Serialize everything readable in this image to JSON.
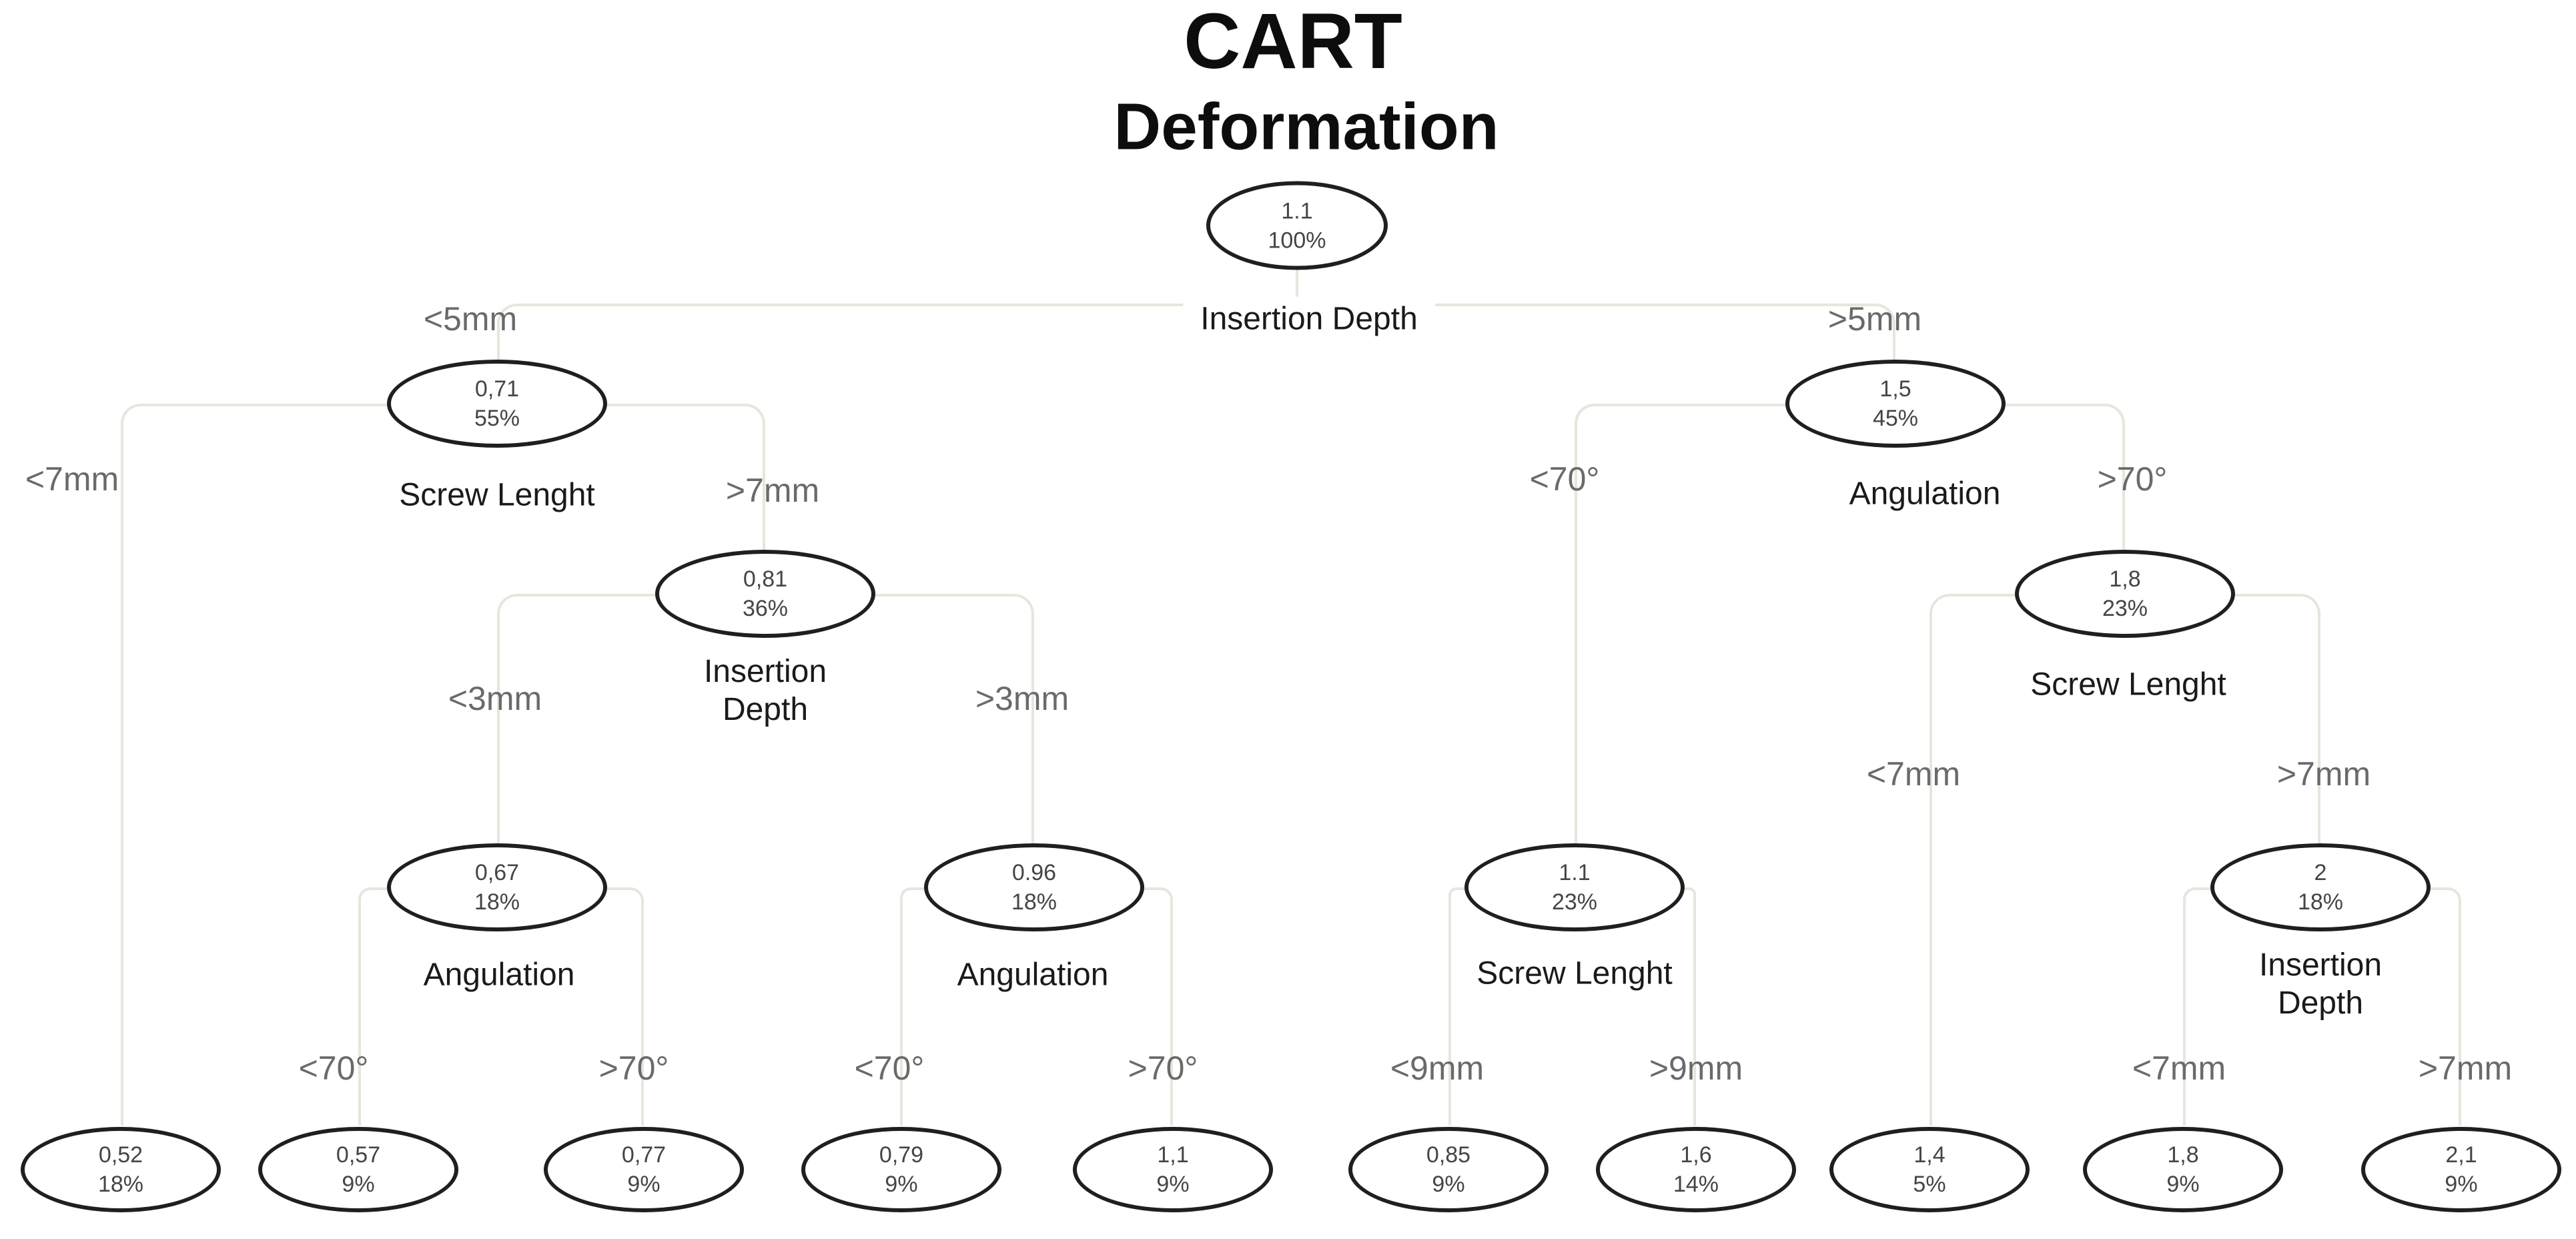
{
  "title": {
    "line1": "CART",
    "line2": "Deformation"
  },
  "diagram": {
    "type": "decision-tree",
    "nodes": {
      "root": {
        "value": "1.1",
        "percent": "100%",
        "split": "Insertion Depth"
      },
      "n_l": {
        "value": "0,71",
        "percent": "55%",
        "split": "Screw Lenght"
      },
      "n_r": {
        "value": "1,5",
        "percent": "45%",
        "split": "Angulation"
      },
      "n_lr": {
        "value": "0,81",
        "percent": "36%",
        "split1": "Insertion",
        "split2": "Depth"
      },
      "n_rr": {
        "value": "1,8",
        "percent": "23%",
        "split": "Screw Lenght"
      },
      "n_lrl": {
        "value": "0,67",
        "percent": "18%",
        "split": "Angulation"
      },
      "n_lrr": {
        "value": "0.96",
        "percent": "18%",
        "split": "Angulation"
      },
      "n_rl": {
        "value": "1.1",
        "percent": "23%",
        "split": "Screw Lenght"
      },
      "n_rrr": {
        "value": "2",
        "percent": "18%",
        "split1": "Insertion",
        "split2": "Depth"
      },
      "leaf_1": {
        "value": "0,52",
        "percent": "18%"
      },
      "leaf_2": {
        "value": "0,57",
        "percent": "9%"
      },
      "leaf_3": {
        "value": "0,77",
        "percent": "9%"
      },
      "leaf_4": {
        "value": "0,79",
        "percent": "9%"
      },
      "leaf_5": {
        "value": "1,1",
        "percent": "9%"
      },
      "leaf_6": {
        "value": "0,85",
        "percent": "9%"
      },
      "leaf_7": {
        "value": "1,6",
        "percent": "14%"
      },
      "leaf_8": {
        "value": "1,4",
        "percent": "5%"
      },
      "leaf_9": {
        "value": "1,8",
        "percent": "9%"
      },
      "leaf_10": {
        "value": "2,1",
        "percent": "9%"
      }
    },
    "edge_labels": {
      "root_l": "<5mm",
      "root_r": ">5mm",
      "n_l_l": "<7mm",
      "n_l_r": ">7mm",
      "n_r_l": "<70°",
      "n_r_r": ">70°",
      "n_lr_l": "<3mm",
      "n_lr_r": ">3mm",
      "n_rr_l": "<7mm",
      "n_rr_r": ">7mm",
      "n_lrl_l": "<70°",
      "n_lrl_r": ">70°",
      "n_lrr_l": "<70°",
      "n_lrr_r": ">70°",
      "n_rl_l": "<9mm",
      "n_rl_r": ">9mm",
      "n_rrr_l": "<7mm",
      "n_rrr_r": ">7mm"
    },
    "colors": {
      "node_stroke": "#1f1f1f",
      "connector_line": "#e9e5dd",
      "edge_label_text": "#6a6a6a",
      "split_label_text": "#1a1a1a",
      "node_value_text": "#454545",
      "background": "#ffffff"
    }
  }
}
